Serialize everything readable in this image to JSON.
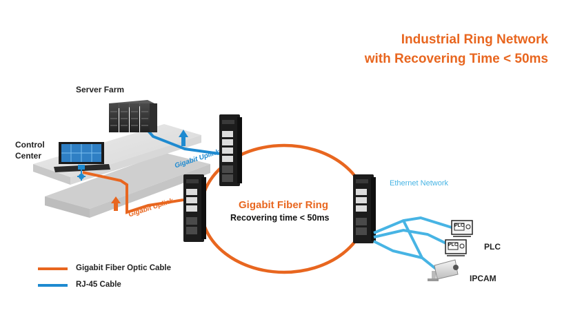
{
  "title": {
    "line1": "Industrial Ring Network",
    "line2": "with Recovering Time < 50ms"
  },
  "labels": {
    "server_farm": "Server Farm",
    "control_center_line1": "Control",
    "control_center_line2": "Center",
    "ring_title": "Gigabit Fiber Ring",
    "ring_subtitle": "Recovering time < 50ms",
    "ethernet_network": "Ethernet Network",
    "uplink_blue": "Gigabit Uplink",
    "uplink_orange": "Gigabit Uplink",
    "plc": "PLC",
    "ipcam": "IPCAM",
    "plc_device_1": "PLC",
    "plc_device_2": "PLC"
  },
  "legend": [
    {
      "label": "Gigabit Fiber Optic Cable",
      "color": "#e8661f"
    },
    {
      "label": "RJ-45 Cable",
      "color": "#1e8ad0"
    }
  ],
  "colors": {
    "fiber": "#e8661f",
    "rj45": "#1e8ad0",
    "ethernet": "#47b4e4",
    "switch_body": "#1c1c1c"
  },
  "icons": [
    "server-rack-icon",
    "monitor-icon",
    "industrial-switch-icon",
    "plc-icon",
    "ip-camera-icon",
    "uplink-arrow-icon"
  ]
}
